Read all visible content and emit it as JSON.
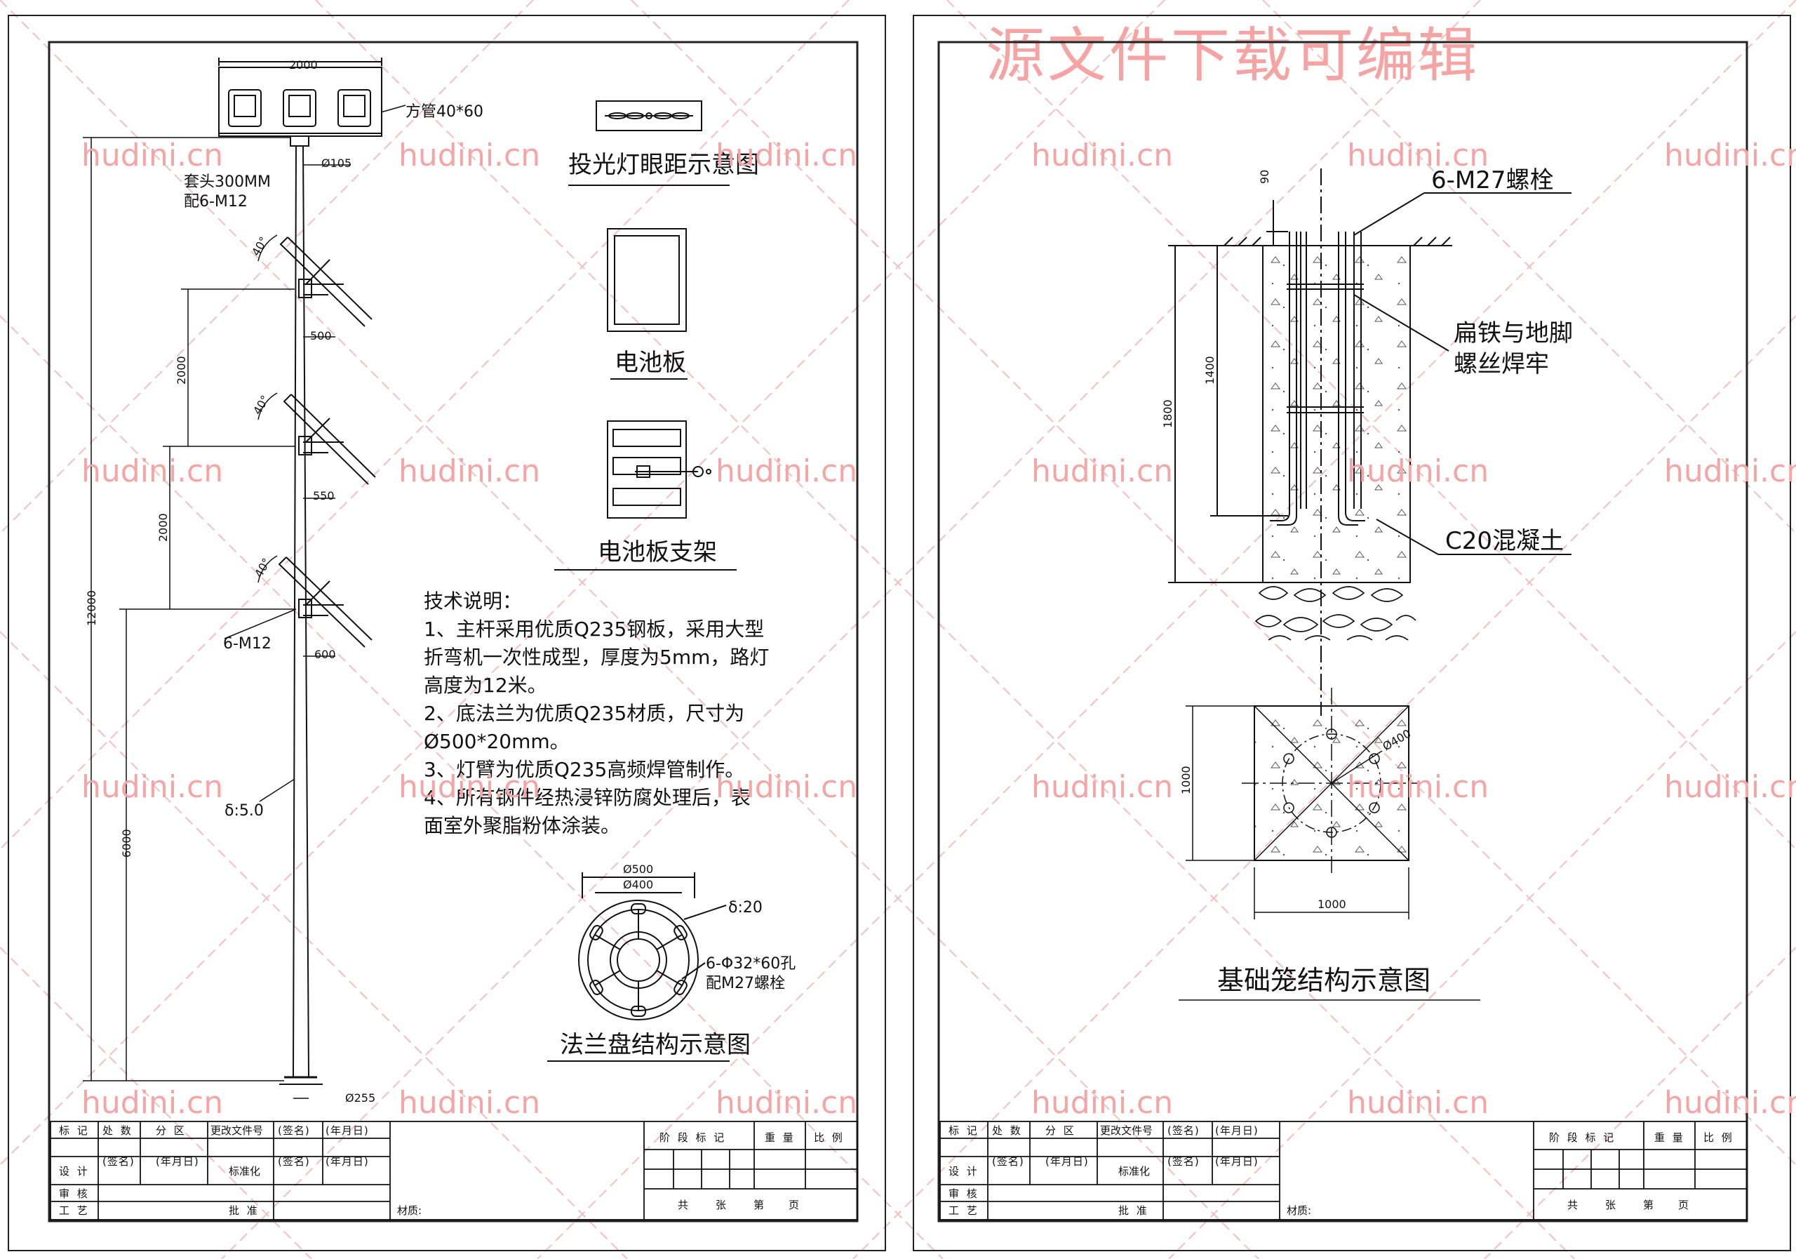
{
  "watermark": {
    "text": "hudini.cn",
    "banner": "源文件下载可编辑"
  },
  "left": {
    "dims": {
      "top_width": "2000",
      "pole_top": "Ø105",
      "arm1": "500",
      "arm2": "550",
      "arm3": "600",
      "seg1": "2000",
      "seg2": "2000",
      "total_height": "12000",
      "lower": "6000",
      "pole_base": "Ø255",
      "angle": "40°"
    },
    "labels": {
      "square_tube": "方管40*60",
      "sleeve_line1": "套头300MM",
      "sleeve_line2": "配6-M12",
      "bolt": "6-M12",
      "thickness": "δ:5.0"
    },
    "captions": {
      "floodlight": "投光灯眼距示意图",
      "panel": "电池板",
      "bracket": "电池板支架",
      "flange": "法兰盘结构示意图"
    },
    "notes": [
      "技术说明：",
      "1、主杆采用优质Q235钢板，采用大型",
      "折弯机一次性成型，厚度为5mm，路灯",
      "高度为12米。",
      "2、底法兰为优质Q235材质，尺寸为",
      "Ø500*20mm。",
      "3、灯臂为优质Q235高频焊管制作。",
      "4、所有钢件经热浸锌防腐处理后，表",
      "面室外聚脂粉体涂装。"
    ],
    "flange": {
      "outer": "Ø500",
      "inner": "Ø400",
      "thickness": "δ:20",
      "holes_line1": "6-Φ32*60孔",
      "holes_line2": "配M27螺栓"
    }
  },
  "right": {
    "dims": {
      "top": "90",
      "embed": "1400",
      "depth": "1800",
      "plan_side": "1000",
      "plan_bottom": "1000",
      "circle": "Ø400"
    },
    "labels": {
      "bolt": "6-M27螺栓",
      "weld_line1": "扁铁与地脚",
      "weld_line2": "螺丝焊牢",
      "concrete": "C20混凝土"
    },
    "caption": "基础笼结构示意图"
  },
  "title_block": {
    "r1": [
      "标 记",
      "处 数",
      "分 区",
      "更改文件号",
      "(签名)",
      "(年月日)"
    ],
    "r2": [
      "设 计",
      "(签名)",
      "(年月日)",
      "标准化",
      "(签名)",
      "(年月日)"
    ],
    "r3": [
      "审 核"
    ],
    "r4": [
      "工 艺",
      "批 准"
    ],
    "right_head": [
      "阶 段 标 记",
      "重 量",
      "比 例"
    ],
    "pages": [
      "共",
      "张",
      "第",
      "页"
    ],
    "material": "材质:"
  }
}
